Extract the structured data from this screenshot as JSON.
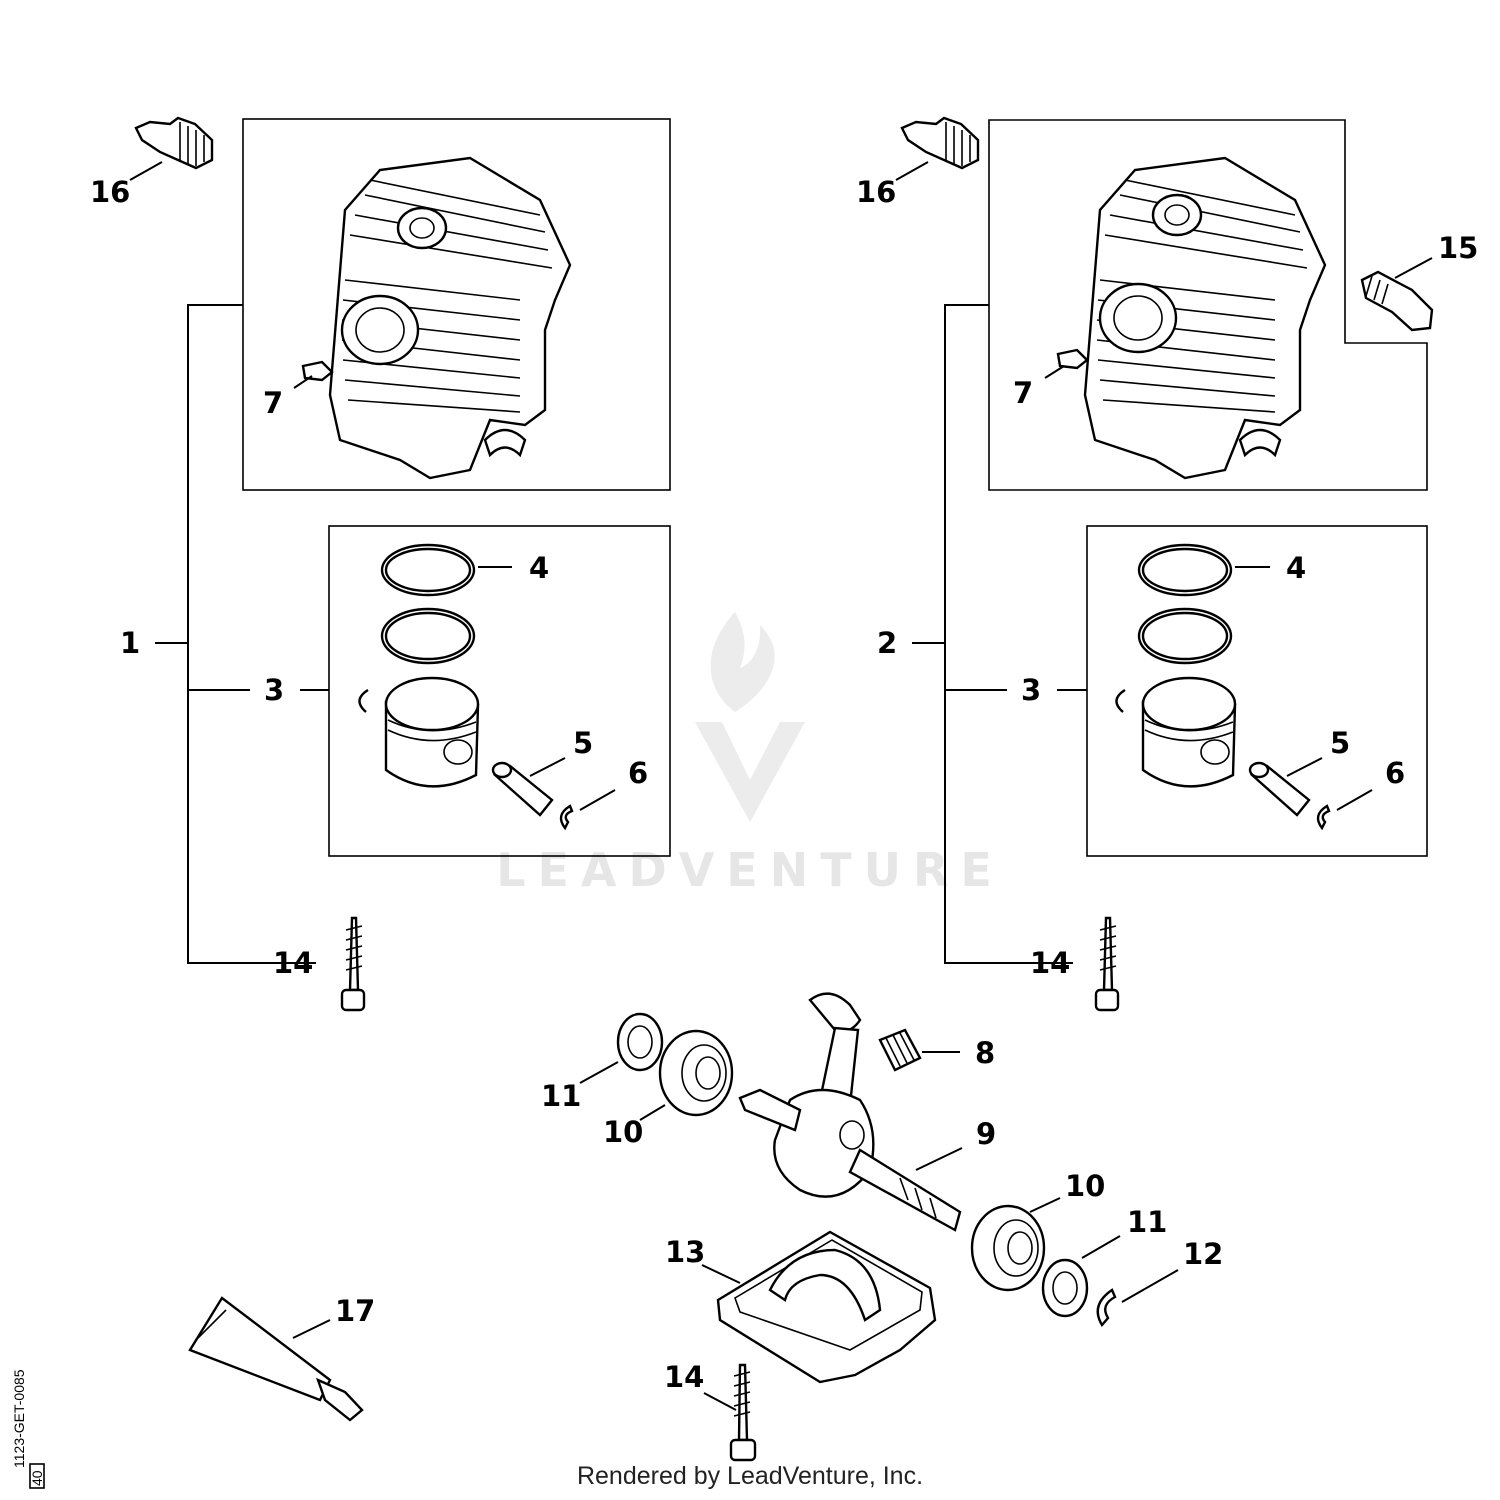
{
  "diagram": {
    "callouts": {
      "left_assembly": "1",
      "right_assembly": "2",
      "piston_left": "3",
      "piston_right": "3",
      "ring_left": "4",
      "ring_right": "4",
      "pin_left": "5",
      "pin_right": "5",
      "clip_left": "6",
      "clip_right": "6",
      "valve_left": "7",
      "valve_right": "7",
      "needle_cage": "8",
      "crankshaft": "9",
      "bearing_upper": "10",
      "bearing_lower": "10",
      "seal_upper": "11",
      "seal_lower": "11",
      "circlip": "12",
      "crankcase": "13",
      "screw_left": "14",
      "screw_right": "14",
      "screw_bottom": "14",
      "decomp_valve": "15",
      "spark_plug_left": "16",
      "spark_plug_right": "16",
      "sealant_tube": "17"
    },
    "drawing_code": "1123-GET-0085",
    "drawing_sub": "40"
  },
  "watermark": {
    "text": "LEADVENTURE"
  },
  "footer": {
    "text": "Rendered by LeadVenture, Inc."
  }
}
